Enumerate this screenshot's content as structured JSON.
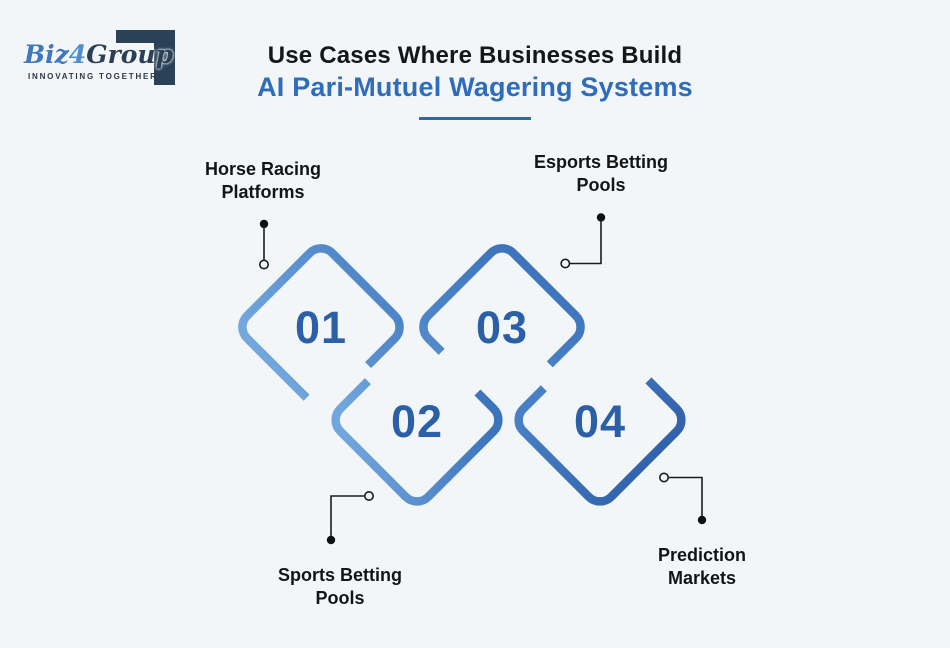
{
  "logo": {
    "brand": {
      "part1": "Biz",
      "part2": "4",
      "part3": "Group"
    },
    "tagline": "INNOVATING TOGETHER"
  },
  "title": {
    "line1": "Use Cases Where Businesses Build",
    "line2": "AI Pari-Mutuel Wagering Systems"
  },
  "use_cases": [
    {
      "number": "01",
      "label_line1": "Horse Racing",
      "label_line2": "Platforms"
    },
    {
      "number": "02",
      "label_line1": "Sports Betting",
      "label_line2": "Pools"
    },
    {
      "number": "03",
      "label_line1": "Esports Betting",
      "label_line2": "Pools"
    },
    {
      "number": "04",
      "label_line1": "Prediction",
      "label_line2": "Markets"
    }
  ],
  "colors": {
    "background": "#f3f6f9",
    "title_text": "#15161a",
    "title_accent": "#2f6cb9",
    "number_text": "#2b5fa8",
    "label_text": "#141414",
    "connector": "#1c1c1c",
    "diamond_blue_light": "#7cb0e2",
    "diamond_blue_dark": "#2e5fa9",
    "logo_navy": "#2a4158",
    "logo_blue": "#4077bd"
  }
}
